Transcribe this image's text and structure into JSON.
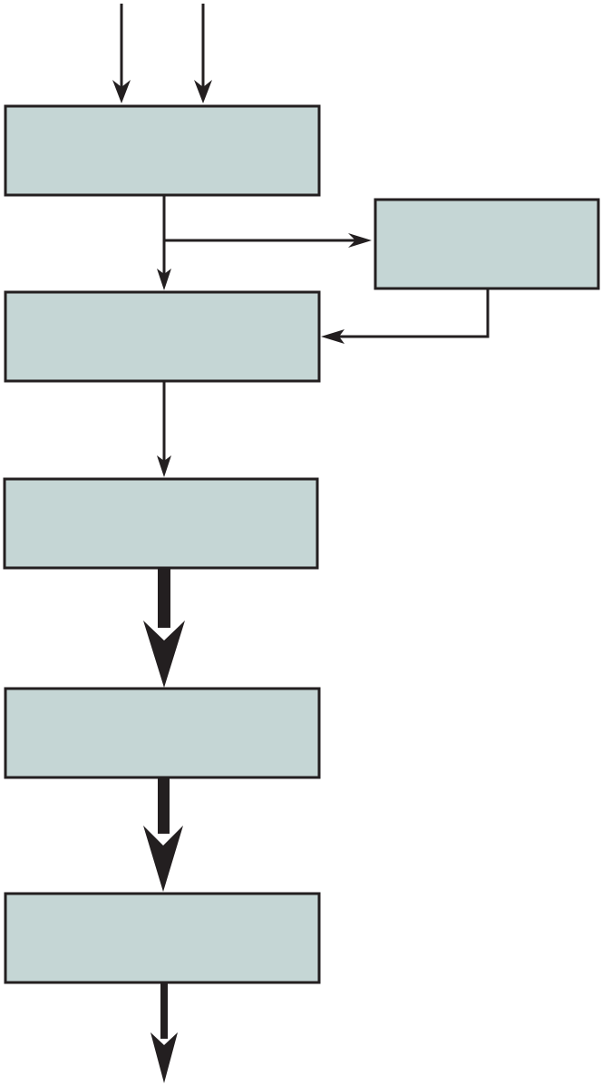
{
  "diagram": {
    "colors": {
      "box_fill": "#c5d6d5",
      "box_stroke": "#231f20",
      "line": "#231f20",
      "background": "#ffffff"
    },
    "boxes": [
      {
        "id": "box-1",
        "label": ""
      },
      {
        "id": "box-2",
        "label": ""
      },
      {
        "id": "box-3",
        "label": ""
      },
      {
        "id": "box-4",
        "label": ""
      },
      {
        "id": "box-5",
        "label": ""
      },
      {
        "id": "box-side",
        "label": ""
      }
    ]
  }
}
